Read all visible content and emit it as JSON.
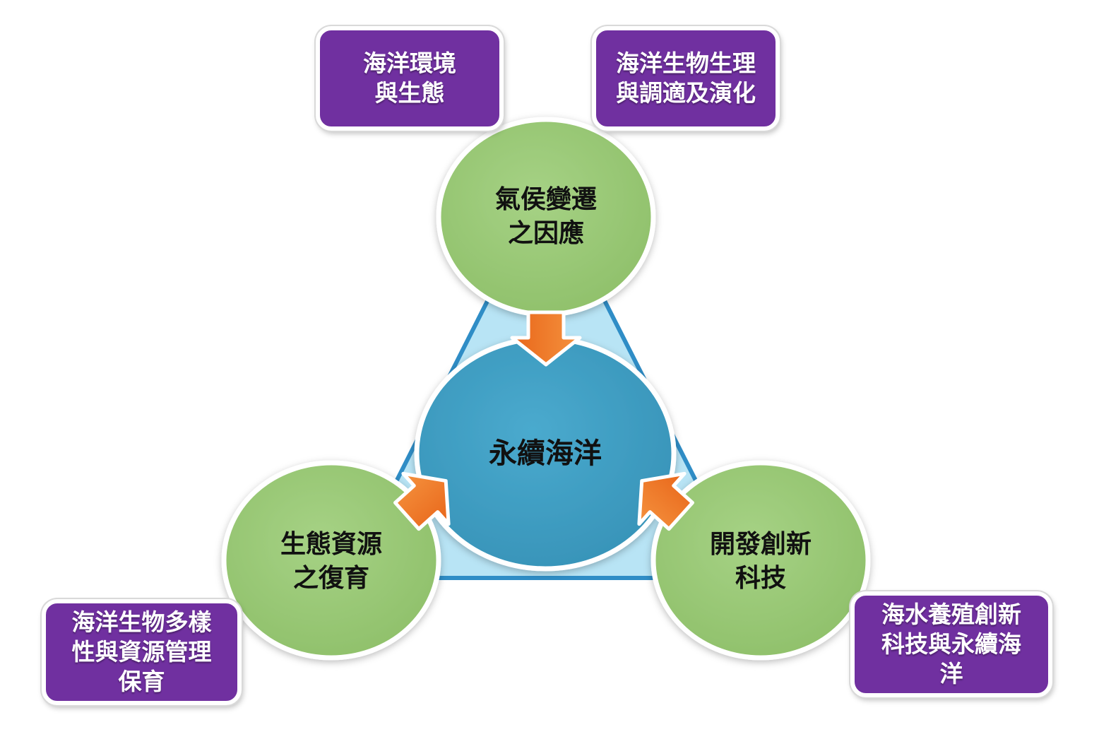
{
  "center": {
    "label": "永續海洋"
  },
  "pillars": {
    "top": {
      "label": "氣侯變遷\n之因應"
    },
    "left": {
      "label": "生態資源\n之復育"
    },
    "right": {
      "label": "開發創新\n科技"
    }
  },
  "topics": {
    "marine_environment": {
      "label": "海洋環境\n與生態"
    },
    "marine_physiology": {
      "label": "海洋生物生理\n與調適及演化"
    },
    "biodiversity": {
      "label": "海洋生物多樣\n性與資源管理\n保育"
    },
    "aquaculture": {
      "label": "海水養殖創新\n科技與永續海\n洋"
    }
  },
  "colors": {
    "topic_box": "#7030a0",
    "pillar_circle": "#9bc97a",
    "center_circle": "#41a0c4",
    "triangle_fill": "#b8e4f5",
    "triangle_stroke": "#2f8dc6",
    "arrow": "#f07a28"
  }
}
